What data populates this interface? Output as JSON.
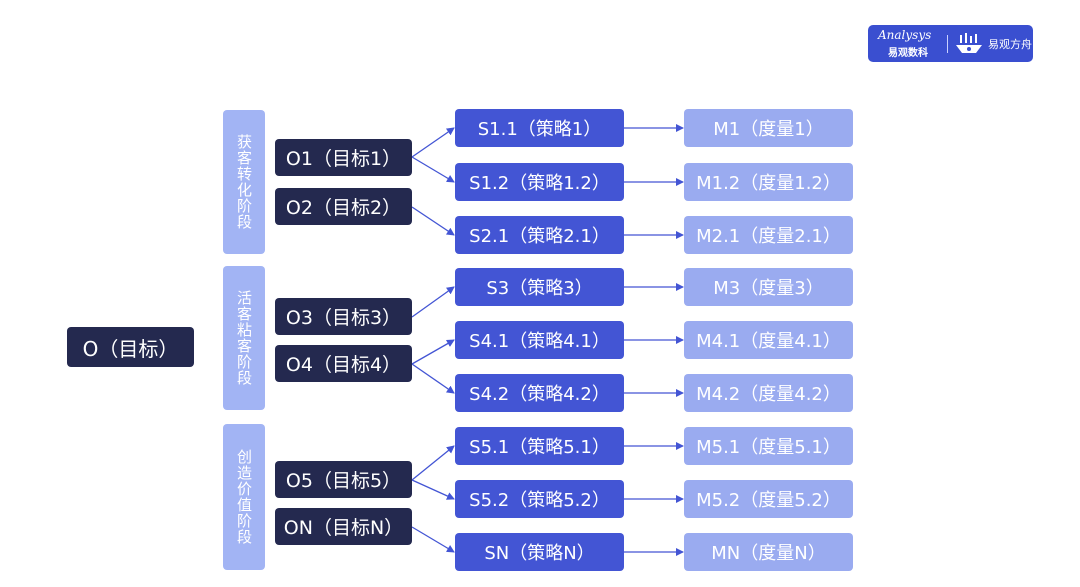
{
  "logo": {
    "brand": "Analysys",
    "cn_brand": "易观数科",
    "product": "易观方舟"
  },
  "root": {
    "label": "O（目标）"
  },
  "stages": [
    {
      "label": "获客转化阶段"
    },
    {
      "label": "活客粘客阶段"
    },
    {
      "label": "创造价值阶段"
    }
  ],
  "objectives": [
    {
      "label": "O1（目标1）"
    },
    {
      "label": "O2（目标2）"
    },
    {
      "label": "O3（目标3）"
    },
    {
      "label": "O4（目标4）"
    },
    {
      "label": "O5（目标5）"
    },
    {
      "label": "ON（目标N）"
    }
  ],
  "strategies": [
    {
      "label": "S1.1（策略1）"
    },
    {
      "label": "S1.2（策略1.2）"
    },
    {
      "label": "S2.1（策略2.1）"
    },
    {
      "label": "S3（策略3）"
    },
    {
      "label": "S4.1（策略4.1）"
    },
    {
      "label": "S4.2（策略4.2）"
    },
    {
      "label": "S5.1（策略5.1）"
    },
    {
      "label": "S5.2（策略5.2）"
    },
    {
      "label": "SN（策略N）"
    }
  ],
  "metrics": [
    {
      "label": "M1（度量1）"
    },
    {
      "label": "M1.2（度量1.2）"
    },
    {
      "label": "M2.1（度量2.1）"
    },
    {
      "label": "M3（度量3）"
    },
    {
      "label": "M4.1（度量4.1）"
    },
    {
      "label": "M4.2（度量4.2）"
    },
    {
      "label": "M5.1（度量5.1）"
    },
    {
      "label": "M5.2（度量5.2）"
    },
    {
      "label": "MN（度量N）"
    }
  ],
  "colors": {
    "objective": "#24294f",
    "strategy": "#4355d4",
    "metric": "#9aabf0",
    "stage": "#a2b4f4",
    "arrow": "#4355d4"
  }
}
